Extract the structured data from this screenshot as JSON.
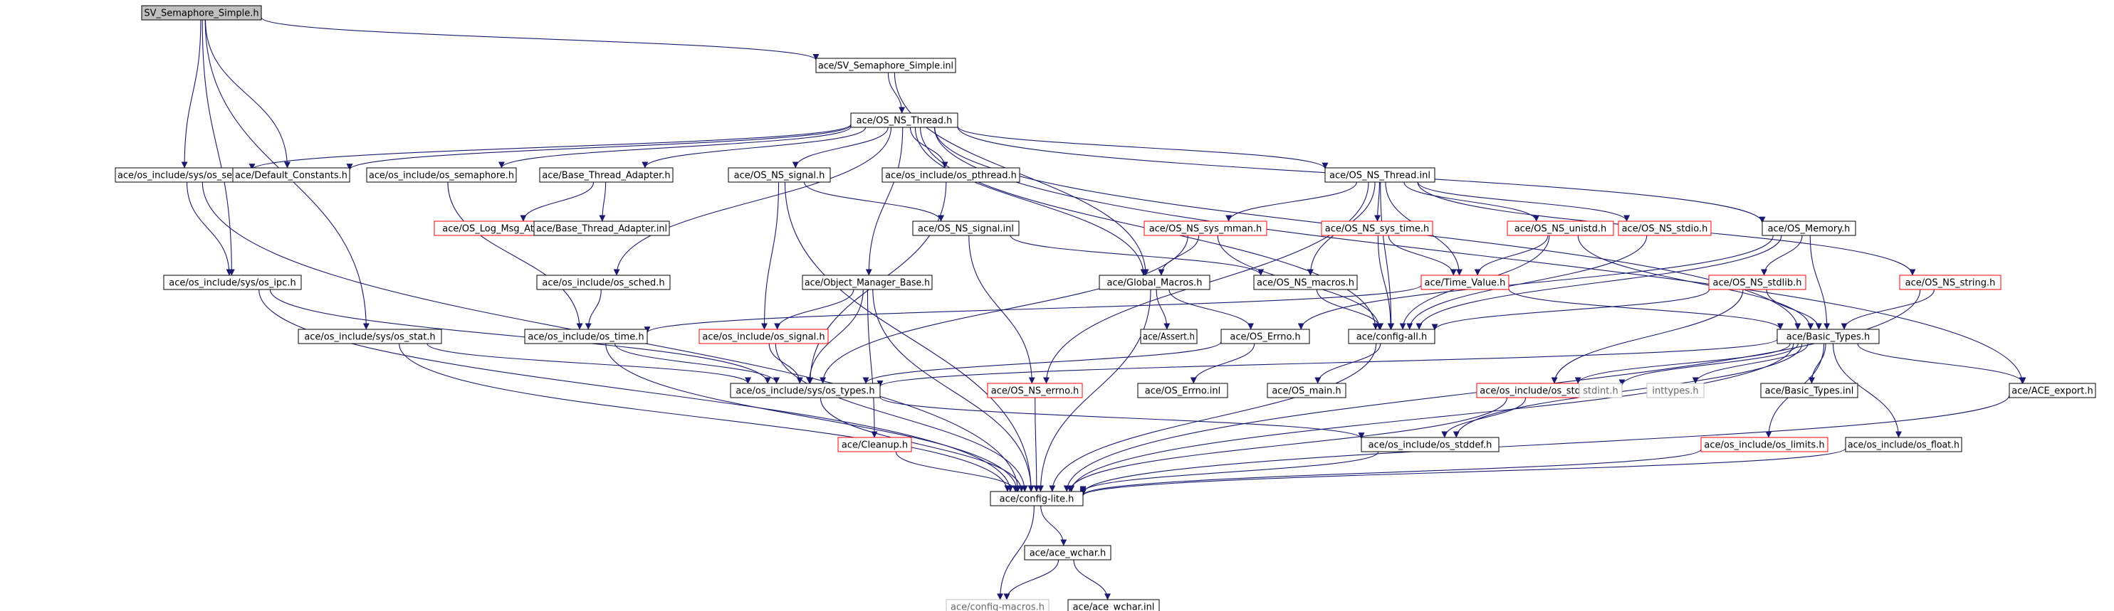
{
  "nodes": [
    {
      "id": "root",
      "label": "SV_Semaphore_Simple.h",
      "style": "root"
    },
    {
      "id": "svinl",
      "label": "ace/SV_Semaphore_Simple.inl",
      "style": "normal"
    },
    {
      "id": "osnsthread",
      "label": "ace/OS_NS_Thread.h",
      "style": "normal"
    },
    {
      "id": "ossem",
      "label": "ace/os_include/sys/os_sem.h",
      "style": "normal"
    },
    {
      "id": "defconst",
      "label": "ace/Default_Constants.h",
      "style": "normal"
    },
    {
      "id": "ossemaphore",
      "label": "ace/os_include/os_semaphore.h",
      "style": "normal"
    },
    {
      "id": "btadapter",
      "label": "ace/Base_Thread_Adapter.h",
      "style": "normal"
    },
    {
      "id": "osnssignal",
      "label": "ace/OS_NS_signal.h",
      "style": "normal"
    },
    {
      "id": "ospthread",
      "label": "ace/os_include/os_pthread.h",
      "style": "normal"
    },
    {
      "id": "osnsthreadinl",
      "label": "ace/OS_NS_Thread.inl",
      "style": "normal"
    },
    {
      "id": "osmemory",
      "label": "ace/OS_Memory.h",
      "style": "normal"
    },
    {
      "id": "oslogmsg",
      "label": "ace/OS_Log_Msg_Attributes.h",
      "style": "red"
    },
    {
      "id": "btadapterinl",
      "label": "ace/Base_Thread_Adapter.inl",
      "style": "normal"
    },
    {
      "id": "osnssignalinl",
      "label": "ace/OS_NS_signal.inl",
      "style": "normal"
    },
    {
      "id": "osnssysmman",
      "label": "ace/OS_NS_sys_mman.h",
      "style": "red"
    },
    {
      "id": "osnssystime",
      "label": "ace/OS_NS_sys_time.h",
      "style": "red"
    },
    {
      "id": "osnsunistd",
      "label": "ace/OS_NS_unistd.h",
      "style": "red"
    },
    {
      "id": "osnsstdio",
      "label": "ace/OS_NS_stdio.h",
      "style": "red"
    },
    {
      "id": "osnsstring",
      "label": "ace/OS_NS_string.h",
      "style": "red"
    },
    {
      "id": "osipc",
      "label": "ace/os_include/sys/os_ipc.h",
      "style": "normal"
    },
    {
      "id": "ossched",
      "label": "ace/os_include/os_sched.h",
      "style": "normal"
    },
    {
      "id": "objmgr",
      "label": "ace/Object_Manager_Base.h",
      "style": "normal"
    },
    {
      "id": "globalmacros",
      "label": "ace/Global_Macros.h",
      "style": "normal"
    },
    {
      "id": "osnsmacros",
      "label": "ace/OS_NS_macros.h",
      "style": "normal"
    },
    {
      "id": "timevalue",
      "label": "ace/Time_Value.h",
      "style": "red"
    },
    {
      "id": "osnsstdlib",
      "label": "ace/OS_NS_stdlib.h",
      "style": "red"
    },
    {
      "id": "osstat",
      "label": "ace/os_include/sys/os_stat.h",
      "style": "normal"
    },
    {
      "id": "ostime",
      "label": "ace/os_include/os_time.h",
      "style": "normal"
    },
    {
      "id": "ossignal",
      "label": "ace/os_include/os_signal.h",
      "style": "red"
    },
    {
      "id": "assert",
      "label": "ace/Assert.h",
      "style": "normal"
    },
    {
      "id": "oserrno",
      "label": "ace/OS_Errno.h",
      "style": "normal"
    },
    {
      "id": "configall",
      "label": "ace/config-all.h",
      "style": "normal"
    },
    {
      "id": "basictypes",
      "label": "ace/Basic_Types.h",
      "style": "normal"
    },
    {
      "id": "ostypes",
      "label": "ace/os_include/sys/os_types.h",
      "style": "normal"
    },
    {
      "id": "osnserrno",
      "label": "ace/OS_NS_errno.h",
      "style": "red"
    },
    {
      "id": "oserrnoinl",
      "label": "ace/OS_Errno.inl",
      "style": "normal"
    },
    {
      "id": "osmain",
      "label": "ace/OS_main.h",
      "style": "normal"
    },
    {
      "id": "osstdlib",
      "label": "ace/os_include/os_stdlib.h",
      "style": "red"
    },
    {
      "id": "stdint",
      "label": "stdint.h",
      "style": "gray"
    },
    {
      "id": "inttypes",
      "label": "inttypes.h",
      "style": "gray"
    },
    {
      "id": "basictypesinl",
      "label": "ace/Basic_Types.inl",
      "style": "normal"
    },
    {
      "id": "aceexport",
      "label": "ace/ACE_export.h",
      "style": "normal"
    },
    {
      "id": "cleanup",
      "label": "ace/Cleanup.h",
      "style": "red"
    },
    {
      "id": "osstddef",
      "label": "ace/os_include/os_stddef.h",
      "style": "normal"
    },
    {
      "id": "oslimits",
      "label": "ace/os_include/os_limits.h",
      "style": "red"
    },
    {
      "id": "osfloat",
      "label": "ace/os_include/os_float.h",
      "style": "normal"
    },
    {
      "id": "configlite",
      "label": "ace/config-lite.h",
      "style": "normal"
    },
    {
      "id": "acewchar",
      "label": "ace/ace_wchar.h",
      "style": "normal"
    },
    {
      "id": "configmacros",
      "label": "ace/config-macros.h",
      "style": "gray"
    },
    {
      "id": "acewcharinl",
      "label": "ace/ace_wchar.inl",
      "style": "normal"
    }
  ],
  "edges": [
    [
      "root",
      "svinl"
    ],
    [
      "root",
      "ossem"
    ],
    [
      "root",
      "defconst"
    ],
    [
      "root",
      "osipc"
    ],
    [
      "root",
      "osstat"
    ],
    [
      "svinl",
      "osnsthread"
    ],
    [
      "svinl",
      "globalmacros"
    ],
    [
      "osnsthread",
      "ossem"
    ],
    [
      "osnsthread",
      "defconst"
    ],
    [
      "osnsthread",
      "ossemaphore"
    ],
    [
      "osnsthread",
      "btadapter"
    ],
    [
      "osnsthread",
      "osnssignal"
    ],
    [
      "osnsthread",
      "ospthread"
    ],
    [
      "osnsthread",
      "osnsthreadinl"
    ],
    [
      "osnsthread",
      "osmemory"
    ],
    [
      "osnsthread",
      "ossched"
    ],
    [
      "osnsthread",
      "objmgr"
    ],
    [
      "osnsthread",
      "globalmacros"
    ],
    [
      "osnsthread",
      "configall"
    ],
    [
      "osnsthread",
      "basictypes"
    ],
    [
      "osnsthread",
      "aceexport"
    ],
    [
      "ossem",
      "osipc"
    ],
    [
      "ossem",
      "configlite"
    ],
    [
      "ossemaphore",
      "ostime"
    ],
    [
      "btadapter",
      "oslogmsg"
    ],
    [
      "btadapter",
      "btadapterinl"
    ],
    [
      "osnssignal",
      "osnssignalinl"
    ],
    [
      "osnssignal",
      "ossignal"
    ],
    [
      "osnssignal",
      "configlite"
    ],
    [
      "ospthread",
      "ostypes"
    ],
    [
      "osnsthreadinl",
      "osnssysmman"
    ],
    [
      "osnsthreadinl",
      "osnssystime"
    ],
    [
      "osnsthreadinl",
      "osnsunistd"
    ],
    [
      "osnsthreadinl",
      "osnsstdio"
    ],
    [
      "osnsthreadinl",
      "osnsstring"
    ],
    [
      "osnsthreadinl",
      "osnsmacros"
    ],
    [
      "osnsthreadinl",
      "timevalue"
    ],
    [
      "osnsthreadinl",
      "osnserrno"
    ],
    [
      "osnsthreadinl",
      "configall"
    ],
    [
      "osmemory",
      "osnsstdlib"
    ],
    [
      "osmemory",
      "basictypes"
    ],
    [
      "osmemory",
      "oserrno"
    ],
    [
      "osmemory",
      "configall"
    ],
    [
      "osnssignalinl",
      "osnserrno"
    ],
    [
      "osnssignalinl",
      "osnsmacros"
    ],
    [
      "osnssysmman",
      "globalmacros"
    ],
    [
      "osnssysmman",
      "ostypes"
    ],
    [
      "osnssysmman",
      "configall"
    ],
    [
      "osnssystime",
      "timevalue"
    ],
    [
      "osnssystime",
      "configall"
    ],
    [
      "osnsunistd",
      "timevalue"
    ],
    [
      "osnsunistd",
      "basictypes"
    ],
    [
      "osnsunistd",
      "configall"
    ],
    [
      "osnsstdio",
      "configall"
    ],
    [
      "osnsstring",
      "basictypes"
    ],
    [
      "osnsstring",
      "configlite"
    ],
    [
      "osipc",
      "ostypes"
    ],
    [
      "osipc",
      "configlite"
    ],
    [
      "ossched",
      "ostime"
    ],
    [
      "objmgr",
      "ossignal"
    ],
    [
      "objmgr",
      "ostypes"
    ],
    [
      "objmgr",
      "cleanup"
    ],
    [
      "objmgr",
      "configlite"
    ],
    [
      "globalmacros",
      "assert"
    ],
    [
      "globalmacros",
      "oserrno"
    ],
    [
      "globalmacros",
      "configlite"
    ],
    [
      "osnsmacros",
      "configall"
    ],
    [
      "timevalue",
      "basictypes"
    ],
    [
      "timevalue",
      "ostime"
    ],
    [
      "osnsstdlib",
      "basictypes"
    ],
    [
      "osnsstdlib",
      "osstdlib"
    ],
    [
      "osnsstdlib",
      "configall"
    ],
    [
      "osstat",
      "ostypes"
    ],
    [
      "osstat",
      "configlite"
    ],
    [
      "ostime",
      "ostypes"
    ],
    [
      "ostime",
      "configlite"
    ],
    [
      "ossignal",
      "ostypes"
    ],
    [
      "ossignal",
      "configlite"
    ],
    [
      "oserrno",
      "oserrnoinl"
    ],
    [
      "oserrno",
      "ostypes"
    ],
    [
      "configall",
      "osmain"
    ],
    [
      "configall",
      "configlite"
    ],
    [
      "basictypes",
      "ostypes"
    ],
    [
      "basictypes",
      "stdint"
    ],
    [
      "basictypes",
      "inttypes"
    ],
    [
      "basictypes",
      "basictypesinl"
    ],
    [
      "basictypes",
      "aceexport"
    ],
    [
      "basictypes",
      "osstdlib"
    ],
    [
      "basictypes",
      "osstddef"
    ],
    [
      "basictypes",
      "oslimits"
    ],
    [
      "basictypes",
      "osfloat"
    ],
    [
      "basictypes",
      "configlite"
    ],
    [
      "ostypes",
      "osstddef"
    ],
    [
      "ostypes",
      "configlite"
    ],
    [
      "osnserrno",
      "configlite"
    ],
    [
      "osstdlib",
      "osstddef"
    ],
    [
      "osstdlib",
      "configlite"
    ],
    [
      "aceexport",
      "configlite"
    ],
    [
      "cleanup",
      "configlite"
    ],
    [
      "osstddef",
      "configlite"
    ],
    [
      "oslimits",
      "configlite"
    ],
    [
      "osfloat",
      "configlite"
    ],
    [
      "configlite",
      "acewchar"
    ],
    [
      "configlite",
      "configmacros"
    ],
    [
      "acewchar",
      "configmacros"
    ],
    [
      "acewchar",
      "acewcharinl"
    ]
  ],
  "colors": {
    "edge": "#191970",
    "normal_border": "#000000",
    "red_border": "#ff0000",
    "gray_border": "#bfbfbf",
    "root_fill": "#bfbfbf",
    "text": "#000000",
    "gray_text": "#666666"
  }
}
